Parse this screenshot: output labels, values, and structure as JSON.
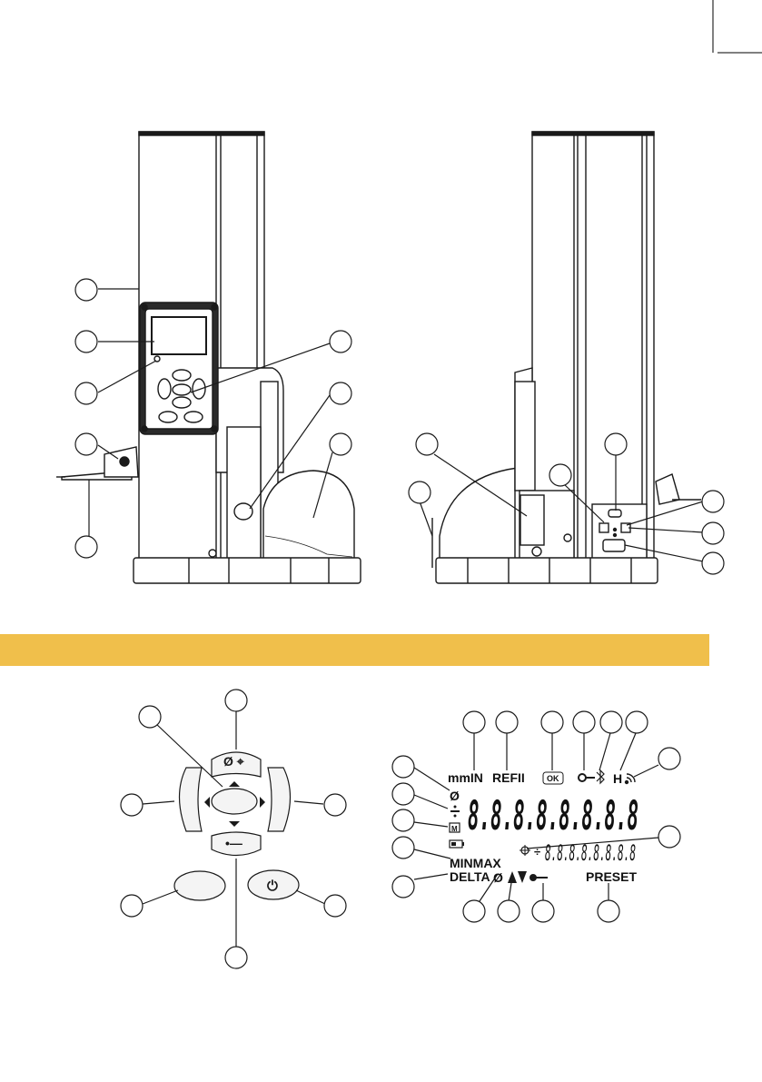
{
  "colors": {
    "band": "#f0bf4b",
    "line": "#1a1a1a",
    "fill_light": "#f4f4f4",
    "fill_dark": "#2a2a2a"
  },
  "keypad": {
    "up_key_symbols": "Ø ⌖",
    "lower_key_symbol": "•—",
    "power_key_symbol": "⏻"
  },
  "lcd": {
    "unit_label": "mmIN",
    "ref_label": "REFII",
    "ok_label": "OK",
    "h_label": "H",
    "main_digits": "8.8.8.8.8.8.8.8",
    "secondary_digits": "8.8.8.8.8.8.8.8",
    "divide_symbol": "÷",
    "diameter_symbol": "Ø",
    "minmax_label": "MINMAX",
    "delta_label": "DELTA",
    "preset_label": "PRESET",
    "memory_label": "M"
  }
}
